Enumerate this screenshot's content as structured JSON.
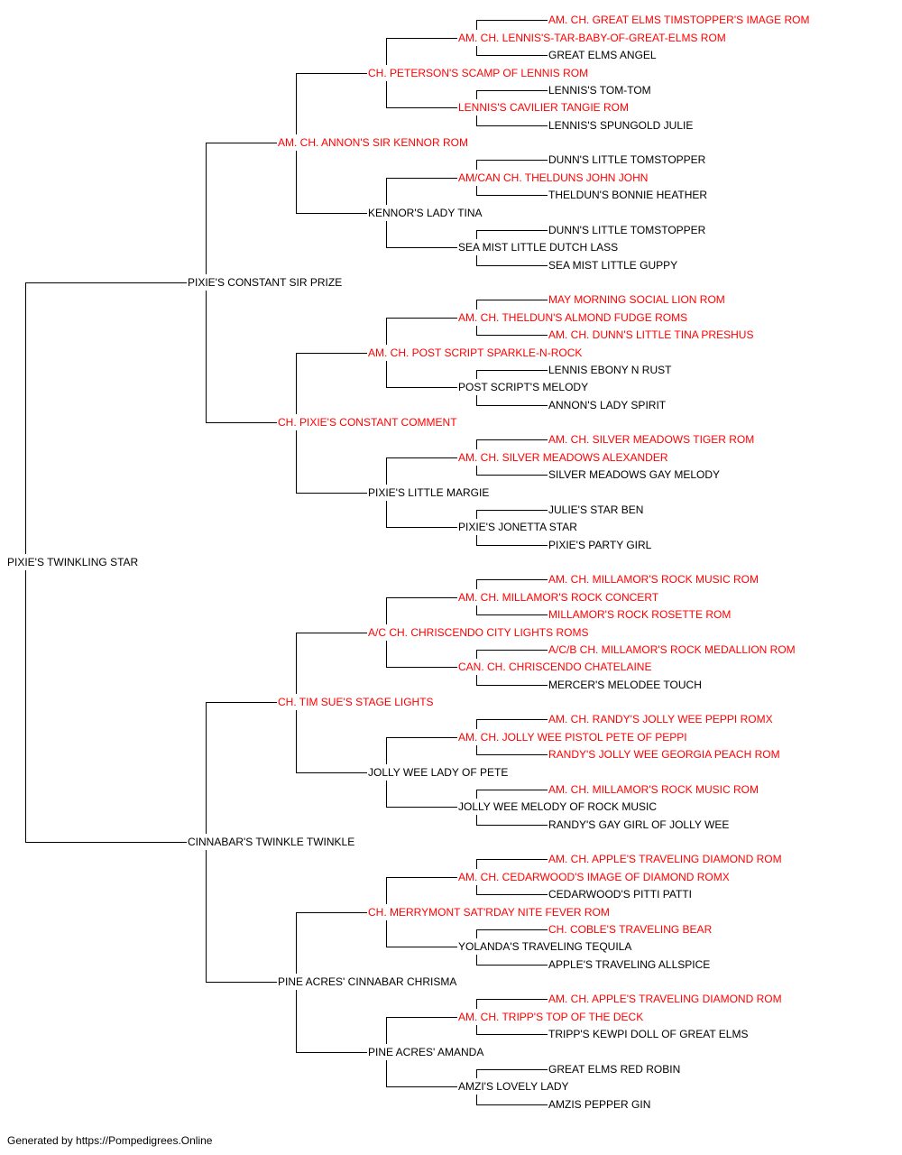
{
  "colors": {
    "champion": "#ff0000",
    "regular": "#000000",
    "line": "#000000"
  },
  "pedigree": {
    "name": "PIXIE'S TWINKLING STAR",
    "champion": false,
    "sire": {
      "name": "PIXIE'S CONSTANT SIR PRIZE",
      "champion": false,
      "sire": {
        "name": "AM. CH. ANNON'S SIR KENNOR ROM",
        "champion": true,
        "sire": {
          "name": "CH. PETERSON'S SCAMP OF LENNIS ROM",
          "champion": true,
          "sire": {
            "name": "AM. CH. LENNIS'S-TAR-BABY-OF-GREAT-ELMS ROM",
            "champion": true,
            "sire": {
              "name": "AM. CH. GREAT ELMS TIMSTOPPER'S IMAGE ROM",
              "champion": true
            },
            "dam": {
              "name": "GREAT ELMS ANGEL",
              "champion": false
            }
          },
          "dam": {
            "name": "LENNIS'S CAVILIER TANGIE ROM",
            "champion": true,
            "sire": {
              "name": "LENNIS'S TOM-TOM",
              "champion": false
            },
            "dam": {
              "name": "LENNIS'S SPUNGOLD JULIE",
              "champion": false
            }
          }
        },
        "dam": {
          "name": "KENNOR'S LADY TINA",
          "champion": false,
          "sire": {
            "name": "AM/CAN CH. THELDUNS JOHN JOHN",
            "champion": true,
            "sire": {
              "name": "DUNN'S LITTLE TOMSTOPPER",
              "champion": false
            },
            "dam": {
              "name": "THELDUN'S BONNIE HEATHER",
              "champion": false
            }
          },
          "dam": {
            "name": "SEA MIST LITTLE DUTCH LASS",
            "champion": false,
            "sire": {
              "name": "DUNN'S LITTLE TOMSTOPPER",
              "champion": false
            },
            "dam": {
              "name": "SEA MIST LITTLE GUPPY",
              "champion": false
            }
          }
        }
      },
      "dam": {
        "name": "CH. PIXIE'S CONSTANT COMMENT",
        "champion": true,
        "sire": {
          "name": "AM. CH. POST SCRIPT SPARKLE-N-ROCK",
          "champion": true,
          "sire": {
            "name": "AM. CH. THELDUN'S ALMOND FUDGE ROMS",
            "champion": true,
            "sire": {
              "name": "MAY MORNING SOCIAL LION ROM",
              "champion": true
            },
            "dam": {
              "name": "AM. CH. DUNN'S LITTLE TINA PRESHUS",
              "champion": true
            }
          },
          "dam": {
            "name": "POST SCRIPT'S MELODY",
            "champion": false,
            "sire": {
              "name": "LENNIS EBONY N RUST",
              "champion": false
            },
            "dam": {
              "name": "ANNON'S LADY SPIRIT",
              "champion": false
            }
          }
        },
        "dam": {
          "name": "PIXIE'S LITTLE MARGIE",
          "champion": false,
          "sire": {
            "name": "AM. CH. SILVER MEADOWS ALEXANDER",
            "champion": true,
            "sire": {
              "name": "AM. CH. SILVER MEADOWS TIGER ROM",
              "champion": true
            },
            "dam": {
              "name": "SILVER MEADOWS GAY MELODY",
              "champion": false
            }
          },
          "dam": {
            "name": "PIXIE'S JONETTA STAR",
            "champion": false,
            "sire": {
              "name": "JULIE'S STAR BEN",
              "champion": false
            },
            "dam": {
              "name": "PIXIE'S PARTY GIRL",
              "champion": false
            }
          }
        }
      }
    },
    "dam": {
      "name": "CINNABAR'S TWINKLE TWINKLE",
      "champion": false,
      "sire": {
        "name": "CH. TIM SUE'S STAGE LIGHTS",
        "champion": true,
        "sire": {
          "name": "A/C CH. CHRISCENDO CITY LIGHTS ROMS",
          "champion": true,
          "sire": {
            "name": "AM. CH. MILLAMOR'S ROCK CONCERT",
            "champion": true,
            "sire": {
              "name": "AM. CH. MILLAMOR'S ROCK MUSIC ROM",
              "champion": true
            },
            "dam": {
              "name": "MILLAMOR'S ROCK ROSETTE ROM",
              "champion": true
            }
          },
          "dam": {
            "name": "CAN. CH. CHRISCENDO CHATELAINE",
            "champion": true,
            "sire": {
              "name": "A/C/B CH. MILLAMOR'S ROCK MEDALLION ROM",
              "champion": true
            },
            "dam": {
              "name": "MERCER'S MELODEE TOUCH",
              "champion": false
            }
          }
        },
        "dam": {
          "name": "JOLLY WEE LADY OF PETE",
          "champion": false,
          "sire": {
            "name": "AM. CH. JOLLY WEE PISTOL PETE OF PEPPI",
            "champion": true,
            "sire": {
              "name": "AM. CH. RANDY'S JOLLY WEE PEPPI ROMX",
              "champion": true
            },
            "dam": {
              "name": "RANDY'S JOLLY WEE GEORGIA PEACH ROM",
              "champion": true
            }
          },
          "dam": {
            "name": "JOLLY WEE MELODY OF ROCK MUSIC",
            "champion": false,
            "sire": {
              "name": "AM. CH. MILLAMOR'S ROCK MUSIC ROM",
              "champion": true
            },
            "dam": {
              "name": "RANDY'S GAY GIRL OF JOLLY WEE",
              "champion": false
            }
          }
        }
      },
      "dam": {
        "name": "PINE ACRES' CINNABAR CHRISMA",
        "champion": false,
        "sire": {
          "name": "CH. MERRYMONT SAT'RDAY NITE FEVER ROM",
          "champion": true,
          "sire": {
            "name": "AM. CH. CEDARWOOD'S IMAGE OF DIAMOND ROMX",
            "champion": true,
            "sire": {
              "name": "AM. CH. APPLE'S TRAVELING DIAMOND ROM",
              "champion": true
            },
            "dam": {
              "name": "CEDARWOOD'S PITTI PATTI",
              "champion": false
            }
          },
          "dam": {
            "name": "YOLANDA'S TRAVELING TEQUILA",
            "champion": false,
            "sire": {
              "name": "CH. COBLE'S TRAVELING BEAR",
              "champion": true
            },
            "dam": {
              "name": "APPLE'S TRAVELING ALLSPICE",
              "champion": false
            }
          }
        },
        "dam": {
          "name": "PINE ACRES' AMANDA",
          "champion": false,
          "sire": {
            "name": "AM. CH. TRIPP'S TOP OF THE DECK",
            "champion": true,
            "sire": {
              "name": "AM. CH. APPLE'S TRAVELING DIAMOND ROM",
              "champion": true
            },
            "dam": {
              "name": "TRIPP'S KEWPI DOLL OF GREAT ELMS",
              "champion": false
            }
          },
          "dam": {
            "name": "AMZI'S LOVELY LADY",
            "champion": false,
            "sire": {
              "name": "GREAT ELMS RED ROBIN",
              "champion": false
            },
            "dam": {
              "name": "AMZIS PEPPER GIN",
              "champion": false
            }
          }
        }
      }
    }
  },
  "footer": {
    "text": "Generated by https://Pompedigrees.Online"
  }
}
